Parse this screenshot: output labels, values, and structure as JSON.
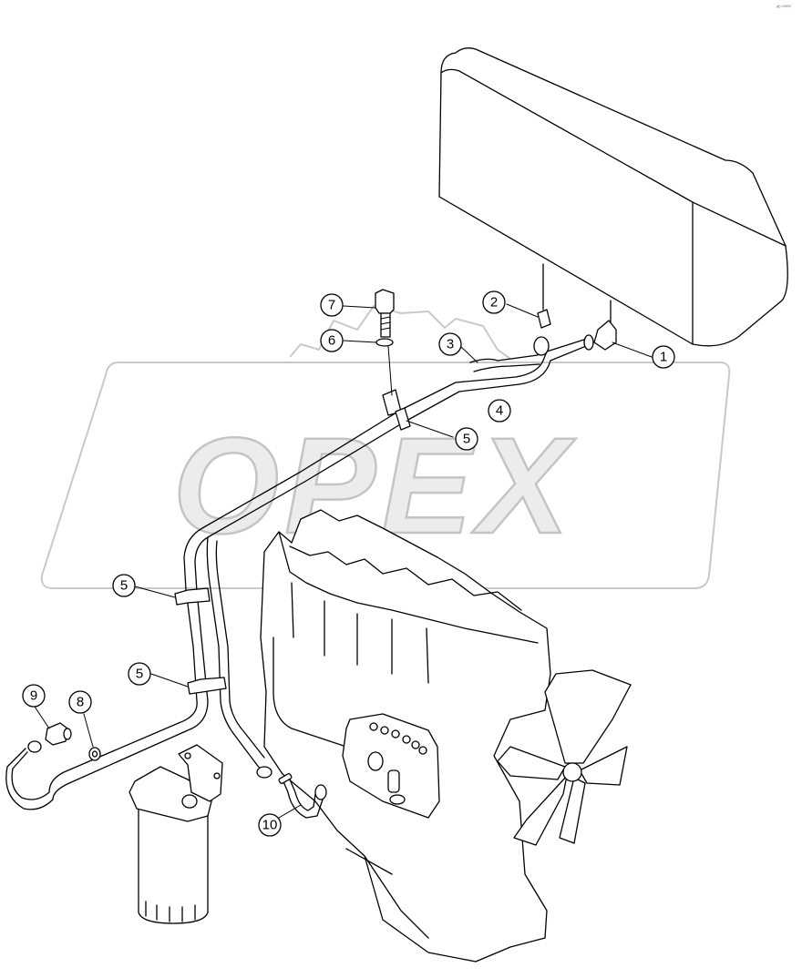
{
  "watermark": {
    "text": "OPEX"
  },
  "corner_code": "ᵃᵇ ⁰⁰⁰⁰",
  "callouts": [
    {
      "id": "c1",
      "label": "1"
    },
    {
      "id": "c2",
      "label": "2"
    },
    {
      "id": "c3",
      "label": "3"
    },
    {
      "id": "c4",
      "label": "4"
    },
    {
      "id": "c5a",
      "label": "5"
    },
    {
      "id": "c5b",
      "label": "5"
    },
    {
      "id": "c5c",
      "label": "5"
    },
    {
      "id": "c6",
      "label": "6"
    },
    {
      "id": "c7",
      "label": "7"
    },
    {
      "id": "c8",
      "label": "8"
    },
    {
      "id": "c9",
      "label": "9"
    },
    {
      "id": "c10",
      "label": "10"
    }
  ]
}
